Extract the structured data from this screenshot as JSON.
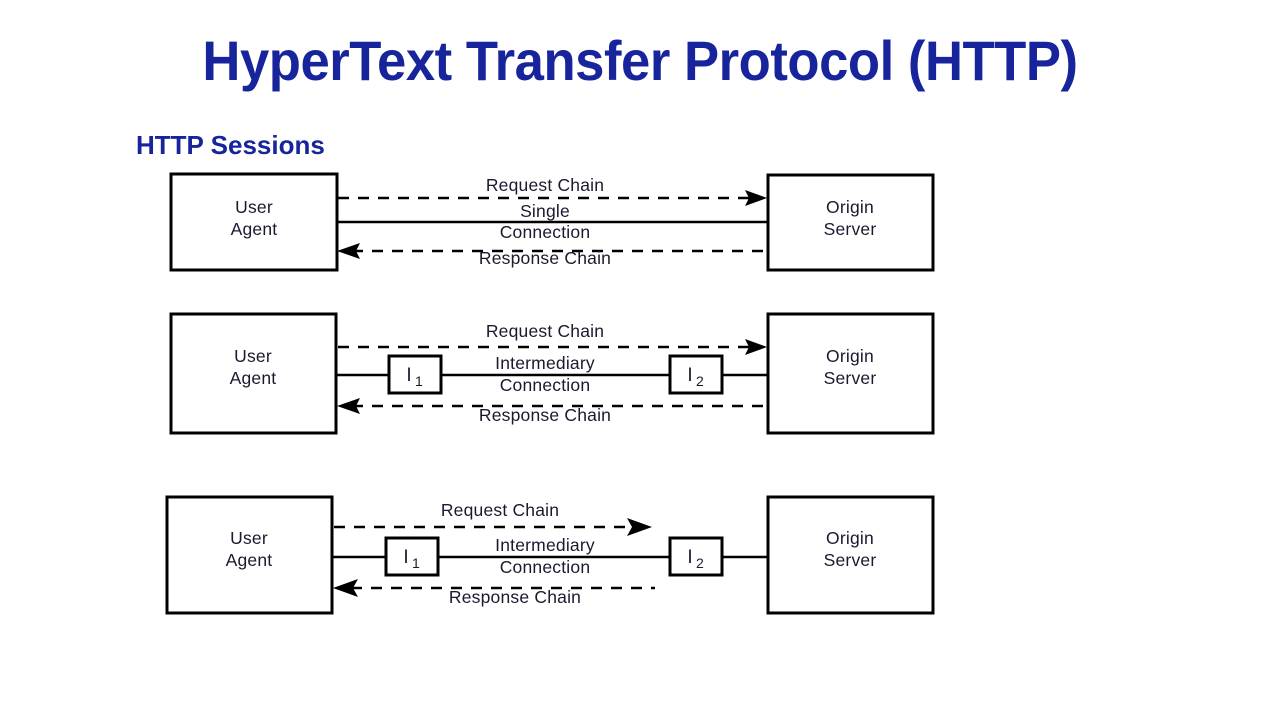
{
  "slide": {
    "title": "HyperText Transfer Protocol (HTTP)",
    "subtitle": "HTTP Sessions",
    "title_color": "#17249b",
    "background_color": "#ffffff",
    "line_color": "#000000"
  },
  "diagrams": [
    {
      "name": "single-connection",
      "client_label_line1": "User",
      "client_label_line2": "Agent",
      "server_label_line1": "Origin",
      "server_label_line2": "Server",
      "request_label": "Request Chain",
      "response_label": "Response Chain",
      "connection_label_line1": "Single",
      "connection_label_line2": "Connection",
      "intermediaries": []
    },
    {
      "name": "intermediary-connection-full",
      "client_label_line1": "User",
      "client_label_line2": "Agent",
      "server_label_line1": "Origin",
      "server_label_line2": "Server",
      "request_label": "Request Chain",
      "response_label": "Response Chain",
      "connection_label_line1": "Intermediary",
      "connection_label_line2": "Connection",
      "intermediaries": [
        {
          "letter": "I",
          "subscript": "1"
        },
        {
          "letter": "I",
          "subscript": "2"
        }
      ]
    },
    {
      "name": "intermediary-connection-partial",
      "client_label_line1": "User",
      "client_label_line2": "Agent",
      "server_label_line1": "Origin",
      "server_label_line2": "Server",
      "request_label": "Request Chain",
      "response_label": "Response Chain",
      "connection_label_line1": "Intermediary",
      "connection_label_line2": "Connection",
      "intermediaries": [
        {
          "letter": "I",
          "subscript": "1"
        },
        {
          "letter": "I",
          "subscript": "2"
        }
      ]
    }
  ]
}
